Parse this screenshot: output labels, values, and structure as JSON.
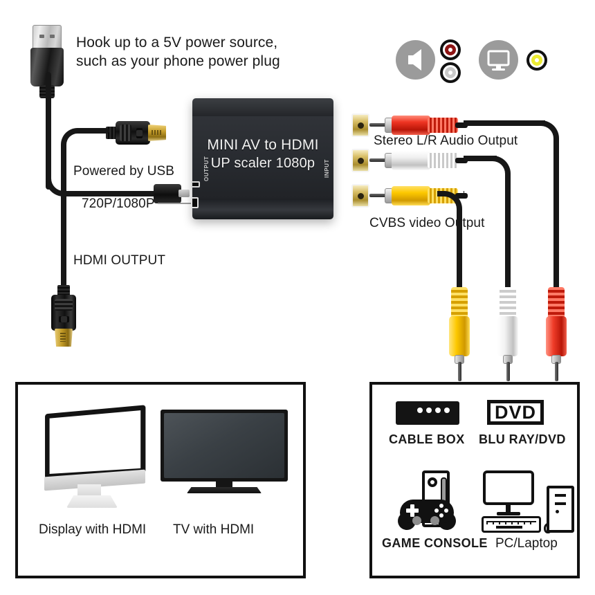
{
  "diagram": {
    "title": "MINI AV to HDMI converter connection diagram",
    "device": {
      "brand_line1": "MINI AV to HDMI",
      "brand_line2": "UP scaler 1080p",
      "side_label_left": "OUTPUT",
      "side_label_right": "INPUT"
    },
    "annotations": {
      "power_note": "Hook up to a 5V power source,\nsuch as your phone power plug",
      "powered_by_usb": "Powered by USB",
      "resolution_switch": "720P/1080P",
      "hdmi_output": "HDMI OUTPUT",
      "stereo_audio": "Stereo L/R Audio Output",
      "cvbs_video": "CVBS video Output"
    },
    "icon_row": [
      {
        "name": "speaker-icon",
        "kind": "speaker",
        "color": "#9b9b9b"
      },
      {
        "name": "rca-red-icon",
        "kind": "rca-dot",
        "color": "#8e1515"
      },
      {
        "name": "rca-white-icon",
        "kind": "rca-dot",
        "color": "#c9c9c9"
      },
      {
        "name": "monitor-icon",
        "kind": "monitor",
        "color": "#9b9b9b"
      },
      {
        "name": "rca-yellow-icon",
        "kind": "rca-dot",
        "color": "#ecec33"
      }
    ],
    "connectors": {
      "usb_plug": "USB-A power plug",
      "hdmi_plug_top": "HDMI plug",
      "hdmi_plug_bottom": "HDMI plug",
      "rca_red": "red RCA plug",
      "rca_white": "white RCA plug",
      "rca_yellow": "yellow RCA plug"
    },
    "colors": {
      "red": "#ee3422",
      "white": "#f0f0f0",
      "yellow": "#fdc800",
      "gold": "#c79f2c",
      "device_body": "#2b2e33",
      "outline": "#111111"
    }
  },
  "panel_displays": {
    "items": [
      {
        "label": "Display with HDMI",
        "icon": "desktop-monitor-icon"
      },
      {
        "label": "TV with HDMI",
        "icon": "flat-tv-icon"
      }
    ]
  },
  "panel_sources": {
    "items": [
      {
        "label": "CABLE BOX",
        "icon": "cable-box-icon"
      },
      {
        "label": "BLU RAY/DVD",
        "icon": "dvd-player-icon",
        "badge": "DVD"
      },
      {
        "label": "GAME CONSOLE",
        "icon": "game-console-icon"
      },
      {
        "label": "PC/Laptop",
        "icon": "pc-tower-icon"
      }
    ]
  }
}
